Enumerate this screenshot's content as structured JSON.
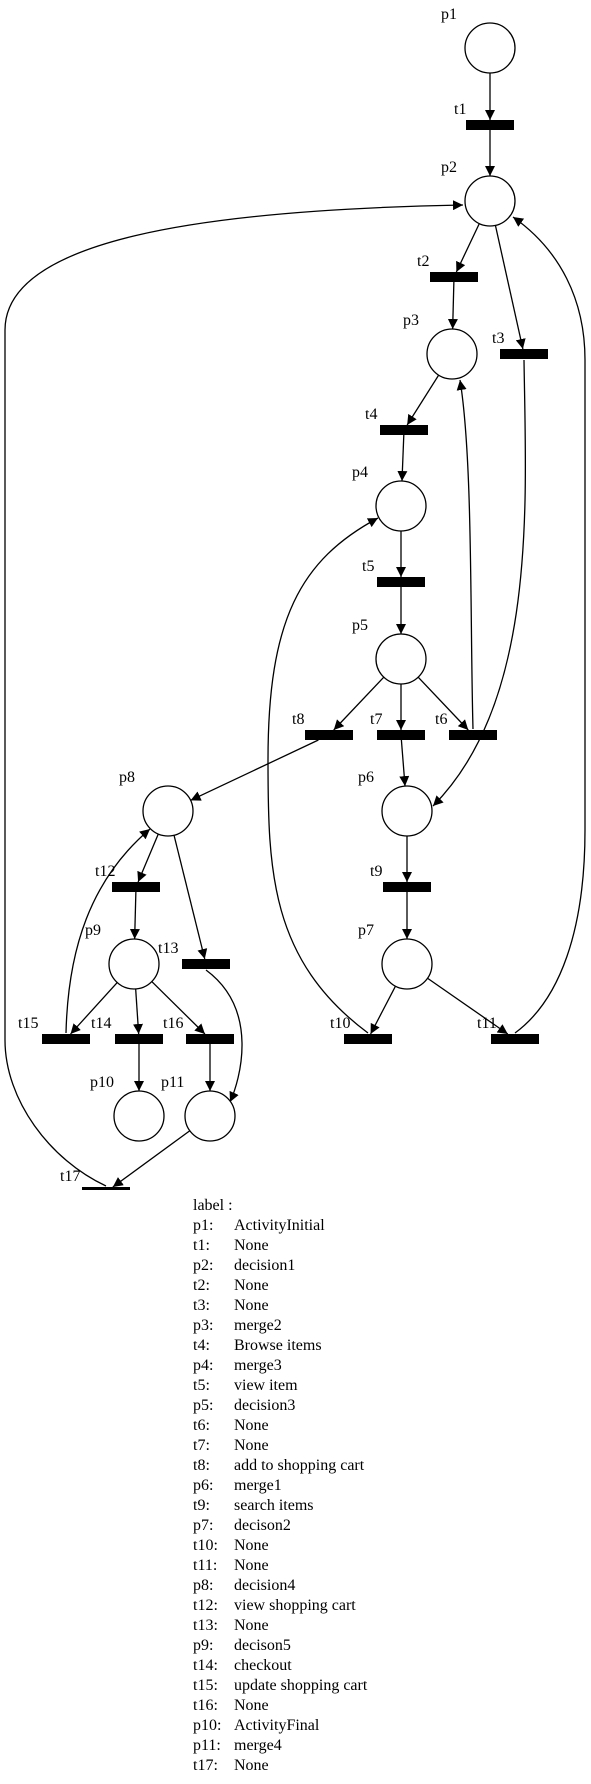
{
  "places": [
    {
      "id": "p1",
      "label": "p1"
    },
    {
      "id": "p2",
      "label": "p2"
    },
    {
      "id": "p3",
      "label": "p3"
    },
    {
      "id": "p4",
      "label": "p4"
    },
    {
      "id": "p5",
      "label": "p5"
    },
    {
      "id": "p6",
      "label": "p6"
    },
    {
      "id": "p7",
      "label": "p7"
    },
    {
      "id": "p8",
      "label": "p8"
    },
    {
      "id": "p9",
      "label": "p9"
    },
    {
      "id": "p10",
      "label": "p10"
    },
    {
      "id": "p11",
      "label": "p11"
    }
  ],
  "transitions": [
    {
      "id": "t1",
      "label": "t1"
    },
    {
      "id": "t2",
      "label": "t2"
    },
    {
      "id": "t3",
      "label": "t3"
    },
    {
      "id": "t4",
      "label": "t4"
    },
    {
      "id": "t5",
      "label": "t5"
    },
    {
      "id": "t6",
      "label": "t6"
    },
    {
      "id": "t7",
      "label": "t7"
    },
    {
      "id": "t8",
      "label": "t8"
    },
    {
      "id": "t9",
      "label": "t9"
    },
    {
      "id": "t10",
      "label": "t10"
    },
    {
      "id": "t11",
      "label": "t11"
    },
    {
      "id": "t12",
      "label": "t12"
    },
    {
      "id": "t13",
      "label": "t13"
    },
    {
      "id": "t14",
      "label": "t14"
    },
    {
      "id": "t15",
      "label": "t15"
    },
    {
      "id": "t16",
      "label": "t16"
    },
    {
      "id": "t17",
      "label": "t17"
    }
  ],
  "arcs": [
    [
      "p1",
      "t1"
    ],
    [
      "t1",
      "p2"
    ],
    [
      "p2",
      "t2"
    ],
    [
      "p2",
      "t3"
    ],
    [
      "t2",
      "p3"
    ],
    [
      "p3",
      "t4"
    ],
    [
      "t3",
      "p6"
    ],
    [
      "t4",
      "p4"
    ],
    [
      "p4",
      "t5"
    ],
    [
      "t5",
      "p5"
    ],
    [
      "p5",
      "t8"
    ],
    [
      "p5",
      "t7"
    ],
    [
      "p5",
      "t6"
    ],
    [
      "t6",
      "p3"
    ],
    [
      "t7",
      "p6"
    ],
    [
      "t8",
      "p8"
    ],
    [
      "p6",
      "t9"
    ],
    [
      "t9",
      "p7"
    ],
    [
      "p7",
      "t10"
    ],
    [
      "p7",
      "t11"
    ],
    [
      "t10",
      "p4"
    ],
    [
      "t11",
      "p2"
    ],
    [
      "p8",
      "t12"
    ],
    [
      "p8",
      "t13"
    ],
    [
      "t12",
      "p9"
    ],
    [
      "t13",
      "p11"
    ],
    [
      "p9",
      "t15"
    ],
    [
      "p9",
      "t14"
    ],
    [
      "p9",
      "t16"
    ],
    [
      "t15",
      "p8"
    ],
    [
      "t14",
      "p10"
    ],
    [
      "t16",
      "p11"
    ],
    [
      "p11",
      "t17"
    ],
    [
      "t17",
      "p2"
    ]
  ],
  "legend": {
    "title": "label :",
    "entries": [
      {
        "key": "p1:",
        "value": "ActivityInitial"
      },
      {
        "key": "t1:",
        "value": "None"
      },
      {
        "key": "p2:",
        "value": "decision1"
      },
      {
        "key": "t2:",
        "value": "None"
      },
      {
        "key": "t3:",
        "value": "None"
      },
      {
        "key": "p3:",
        "value": "merge2"
      },
      {
        "key": "t4:",
        "value": "Browse items"
      },
      {
        "key": "p4:",
        "value": "merge3"
      },
      {
        "key": "t5:",
        "value": "view item"
      },
      {
        "key": "p5:",
        "value": "decision3"
      },
      {
        "key": "t6:",
        "value": "None"
      },
      {
        "key": "t7:",
        "value": "None"
      },
      {
        "key": "t8:",
        "value": "add to shopping cart"
      },
      {
        "key": "p6:",
        "value": "merge1"
      },
      {
        "key": "t9:",
        "value": "search items"
      },
      {
        "key": "p7:",
        "value": "decison2"
      },
      {
        "key": "t10:",
        "value": "None"
      },
      {
        "key": "t11:",
        "value": "None"
      },
      {
        "key": "p8:",
        "value": "decision4"
      },
      {
        "key": "t12:",
        "value": "view shopping cart"
      },
      {
        "key": "t13:",
        "value": "None"
      },
      {
        "key": "p9:",
        "value": "decison5"
      },
      {
        "key": "t14:",
        "value": "checkout"
      },
      {
        "key": "t15:",
        "value": "update shopping cart"
      },
      {
        "key": "t16:",
        "value": "None"
      },
      {
        "key": "p10:",
        "value": "ActivityFinal"
      },
      {
        "key": "p11:",
        "value": "merge4"
      },
      {
        "key": "t17:",
        "value": "None"
      }
    ]
  },
  "colors": {
    "stroke": "#000000",
    "fill": "#ffffff"
  }
}
